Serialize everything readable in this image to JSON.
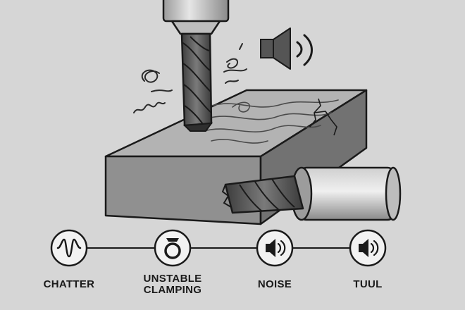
{
  "colors": {
    "background": "#d6d6d6",
    "outline": "#1a1a1a",
    "block_top": "#b5b5b5",
    "block_front": "#8f8f8f",
    "block_side": "#6e6e6e",
    "tool_dark": "#5a5a5a",
    "circle_fill": "#f2f2f2"
  },
  "scene": {
    "spindle": "spindle",
    "end_mill": "end-mill-tool",
    "workpiece": "workpiece-block",
    "broken_tool": "broken-end-mill",
    "speaker": "speaker-icon"
  },
  "flow": {
    "steps": [
      {
        "id": "chatter",
        "icon": "wave-icon",
        "label_lines": [
          "CHATTER"
        ]
      },
      {
        "id": "clamping",
        "icon": "ring-icon",
        "label_lines": [
          "UNSTABLE",
          "CLAMPING"
        ]
      },
      {
        "id": "noise",
        "icon": "speaker-icon",
        "label_lines": [
          "NOISE"
        ]
      },
      {
        "id": "tool",
        "icon": "speaker-icon",
        "label_lines": [
          "TUUL"
        ]
      }
    ]
  }
}
